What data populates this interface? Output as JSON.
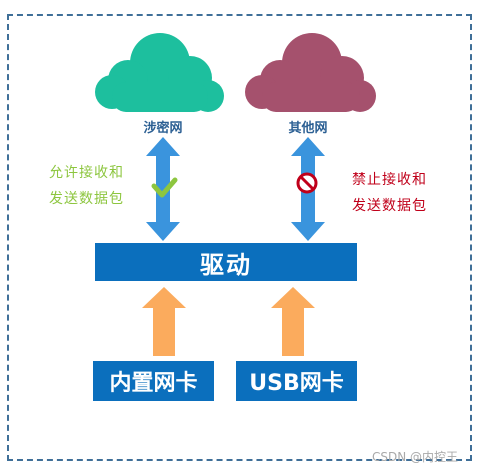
{
  "colors": {
    "frame_border": "#3f6f98",
    "cloud_secret": "#1dbf9e",
    "cloud_other": "#a5516d",
    "double_arrow": "#3a94dd",
    "up_arrow": "#fbab5d",
    "box_fill": "#0b6fbd",
    "allow_text": "#8dc63f",
    "deny_text": "#c0001a",
    "check_mark": "#8dc63f",
    "ban_mark": "#c0001a"
  },
  "icons": {
    "cloud_secret": "cloud-icon",
    "cloud_other": "cloud-icon",
    "allow": "checkmark-icon",
    "deny": "prohibited-icon"
  },
  "clouds": {
    "secret_label": "涉密网",
    "other_label": "其他网"
  },
  "allow": {
    "line1": "允许接收和",
    "line2": "发送数据包"
  },
  "deny": {
    "line1": "禁止接收和",
    "line2": "发送数据包"
  },
  "driver": {
    "label": "驱动"
  },
  "nics": {
    "builtin_label": "内置网卡",
    "usb_label": "USB网卡"
  },
  "watermark": "CSDN @内控王"
}
